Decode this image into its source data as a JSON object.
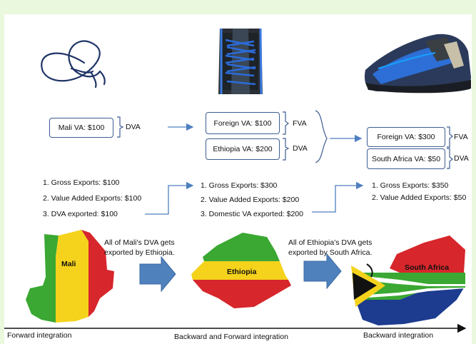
{
  "stage1": {
    "box": "Mali VA: $100",
    "brace_label": "DVA",
    "list": [
      "1. Gross Exports: $100",
      "2. Value Added Exports: $100",
      "3. DVA exported: $100"
    ]
  },
  "stage2": {
    "boxes": [
      "Foreign VA: $100",
      "Ethiopia VA: $200"
    ],
    "brace_labels": [
      "FVA",
      "DVA"
    ],
    "list": [
      "1. Gross Exports: $300",
      "2. Value Added Exports: $200",
      "3. Domestic VA exported: $200"
    ]
  },
  "stage3": {
    "boxes": [
      "Foreign VA: $300",
      "South Africa VA: $50"
    ],
    "brace_labels": [
      "FVA",
      "DVA"
    ],
    "list": [
      "1. Gross Exports: $350",
      "2. Value Added Exports: $50"
    ]
  },
  "notes": {
    "mali_to_ethiopia_1": "All of Mali's DVA gets",
    "mali_to_ethiopia_2": "exported by Ethiopia.",
    "ethiopia_to_sa_1": "All of Ethiopia's DVA  gets",
    "ethiopia_to_sa_2": "exported by South Africa."
  },
  "countries": {
    "mali": "Mali",
    "ethiopia": "Ethiopia",
    "south_africa": "South Africa"
  },
  "axis": {
    "left": "Forward integration",
    "middle": "Backward and Forward integration",
    "right": "Backward integration"
  },
  "colors": {
    "background": "#eaf8dd",
    "box_border": "#3d5d93",
    "arrow_line": "#4f7fc0",
    "block_arrow": "#4f81bd",
    "flag_green": "#3aa832",
    "flag_yellow": "#f5d31c",
    "flag_red": "#d7262c",
    "flag_blue": "#1d3c8f"
  }
}
